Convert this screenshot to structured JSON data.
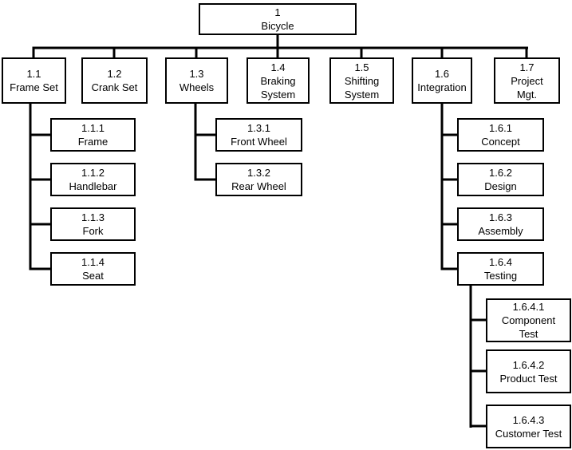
{
  "diagram": {
    "kind": "work-breakdown-structure",
    "colors": {
      "line": "#000000",
      "box_background": "#ffffff",
      "box_border": "#000000",
      "text": "#000000"
    },
    "root": {
      "code": "1",
      "name": "Bicycle",
      "children": [
        {
          "code": "1.1",
          "name": "Frame Set",
          "children": [
            {
              "code": "1.1.1",
              "name": "Frame"
            },
            {
              "code": "1.1.2",
              "name": "Handlebar"
            },
            {
              "code": "1.1.3",
              "name": "Fork"
            },
            {
              "code": "1.1.4",
              "name": "Seat"
            }
          ]
        },
        {
          "code": "1.2",
          "name": "Crank Set"
        },
        {
          "code": "1.3",
          "name": "Wheels",
          "children": [
            {
              "code": "1.3.1",
              "name": "Front Wheel"
            },
            {
              "code": "1.3.2",
              "name": "Rear Wheel"
            }
          ]
        },
        {
          "code": "1.4",
          "name": "Braking\nSystem"
        },
        {
          "code": "1.5",
          "name": "Shifting\nSystem"
        },
        {
          "code": "1.6",
          "name": "Integration",
          "children": [
            {
              "code": "1.6.1",
              "name": "Concept"
            },
            {
              "code": "1.6.2",
              "name": "Design"
            },
            {
              "code": "1.6.3",
              "name": "Assembly"
            },
            {
              "code": "1.6.4",
              "name": "Testing",
              "children": [
                {
                  "code": "1.6.4.1",
                  "name": "Component\nTest"
                },
                {
                  "code": "1.6.4.2",
                  "name": "Product Test"
                },
                {
                  "code": "1.6.4.3",
                  "name": "Customer Test"
                }
              ]
            }
          ]
        },
        {
          "code": "1.7",
          "name": "Project\nMgt."
        }
      ]
    }
  }
}
